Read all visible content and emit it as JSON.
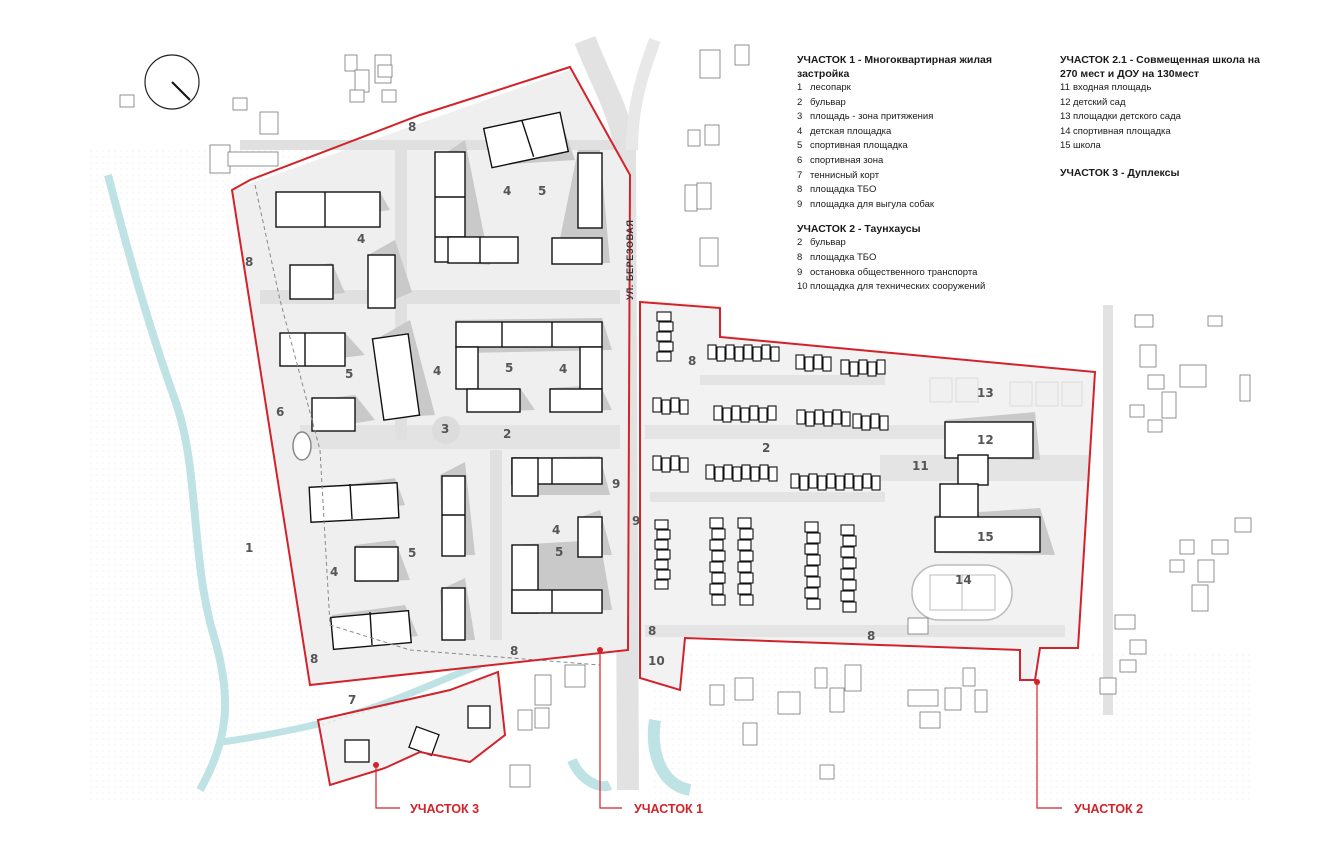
{
  "legend": {
    "zone1": {
      "title": "УЧАСТОК 1 - Многоквартирная жилая застройка",
      "items": [
        {
          "n": "1",
          "t": "лесопарк"
        },
        {
          "n": "2",
          "t": "бульвар"
        },
        {
          "n": "3",
          "t": "площадь - зона притяжения"
        },
        {
          "n": "4",
          "t": "детская площадка"
        },
        {
          "n": "5",
          "t": "спортивная площадка"
        },
        {
          "n": "6",
          "t": "спортивная зона"
        },
        {
          "n": "7",
          "t": "теннисный корт"
        },
        {
          "n": "8",
          "t": "площадка ТБО"
        },
        {
          "n": "9",
          "t": "площадка для выгула собак"
        }
      ]
    },
    "zone2": {
      "title": "УЧАСТОК 2 - Таунхаусы",
      "items": [
        {
          "n": "2",
          "t": "бульвар"
        },
        {
          "n": "8",
          "t": "площадка ТБО"
        },
        {
          "n": "9",
          "t": "остановка общественного транспорта"
        },
        {
          "n": "10",
          "t": "площадка для технических сооружений"
        }
      ]
    },
    "zone21": {
      "title": "УЧАСТОК 2.1 - Совмещенная школа на 270 мест и ДОУ на 130мест",
      "items": [
        {
          "n": "11",
          "t": "входная площадь"
        },
        {
          "n": "12",
          "t": "детский сад"
        },
        {
          "n": "13",
          "t": "площадки детского сада"
        },
        {
          "n": "14",
          "t": "спортивная площадка"
        },
        {
          "n": "15",
          "t": "школа"
        }
      ]
    },
    "zone3": {
      "title": "УЧАСТОК 3 - Дуплексы"
    }
  },
  "zone_labels": {
    "z1": "УЧАСТОК 1",
    "z2": "УЧАСТОК 2",
    "z3": "УЧАСТОК 3"
  },
  "street_name": "УЛ. БЕРЕЗОВАЯ",
  "map_numbers": {
    "n1": "1",
    "n2a": "2",
    "n2b": "2",
    "n3": "3",
    "n4a": "4",
    "n4b": "4",
    "n4c": "4",
    "n4d": "4",
    "n4e": "4",
    "n4f": "4",
    "n5a": "5",
    "n5b": "5",
    "n5c": "5",
    "n5d": "5",
    "n5e": "5",
    "n6": "6",
    "n7": "7",
    "n8a": "8",
    "n8b": "8",
    "n8c": "8",
    "n8d": "8",
    "n8e": "8",
    "n8f": "8",
    "n8g": "8",
    "n9a": "9",
    "n9b": "9",
    "n10": "10",
    "n11": "11",
    "n12": "12",
    "n13": "13",
    "n14": "14",
    "n15": "15"
  },
  "colors": {
    "boundary": "#d2232a",
    "river": "#bfe3e4",
    "road": "#e2e2e2",
    "block": "#ededed",
    "shadow": "#c4c4c4"
  }
}
